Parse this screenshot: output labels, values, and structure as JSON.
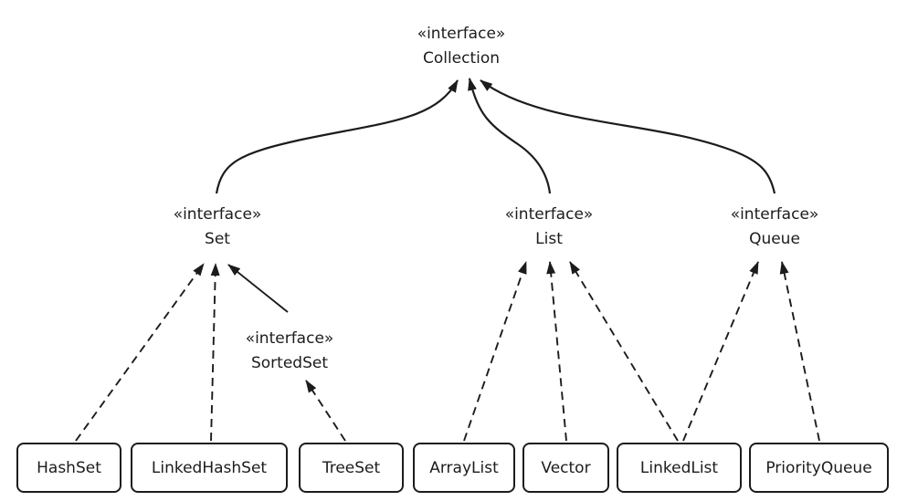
{
  "nodes": {
    "collection": {
      "stereotype": "«interface»",
      "name": "Collection"
    },
    "set": {
      "stereotype": "«interface»",
      "name": "Set"
    },
    "list": {
      "stereotype": "«interface»",
      "name": "List"
    },
    "queue": {
      "stereotype": "«interface»",
      "name": "Queue"
    },
    "sortedset": {
      "stereotype": "«interface»",
      "name": "SortedSet"
    },
    "hashset": {
      "name": "HashSet"
    },
    "linkedhashset": {
      "name": "LinkedHashSet"
    },
    "treeset": {
      "name": "TreeSet"
    },
    "arraylist": {
      "name": "ArrayList"
    },
    "vector": {
      "name": "Vector"
    },
    "linkedlist": {
      "name": "LinkedList"
    },
    "priorityqueue": {
      "name": "PriorityQueue"
    }
  },
  "edges": [
    {
      "from": "Set",
      "to": "Collection",
      "relation": "extends",
      "line": "solid-curved"
    },
    {
      "from": "List",
      "to": "Collection",
      "relation": "extends",
      "line": "solid-curved"
    },
    {
      "from": "Queue",
      "to": "Collection",
      "relation": "extends",
      "line": "solid-curved"
    },
    {
      "from": "SortedSet",
      "to": "Set",
      "relation": "extends",
      "line": "solid"
    },
    {
      "from": "HashSet",
      "to": "Set",
      "relation": "implements",
      "line": "dashed"
    },
    {
      "from": "LinkedHashSet",
      "to": "Set",
      "relation": "implements",
      "line": "dashed"
    },
    {
      "from": "TreeSet",
      "to": "SortedSet",
      "relation": "implements",
      "line": "dashed"
    },
    {
      "from": "ArrayList",
      "to": "List",
      "relation": "implements",
      "line": "dashed"
    },
    {
      "from": "Vector",
      "to": "List",
      "relation": "implements",
      "line": "dashed"
    },
    {
      "from": "LinkedList",
      "to": "List",
      "relation": "implements",
      "line": "dashed"
    },
    {
      "from": "LinkedList",
      "to": "Queue",
      "relation": "implements",
      "line": "dashed"
    },
    {
      "from": "PriorityQueue",
      "to": "Queue",
      "relation": "implements",
      "line": "dashed"
    }
  ],
  "colors": {
    "background": "#ffffff",
    "line": "#1c1c1c",
    "box_border": "#1c1c1c",
    "text": "#1c1c1c"
  }
}
